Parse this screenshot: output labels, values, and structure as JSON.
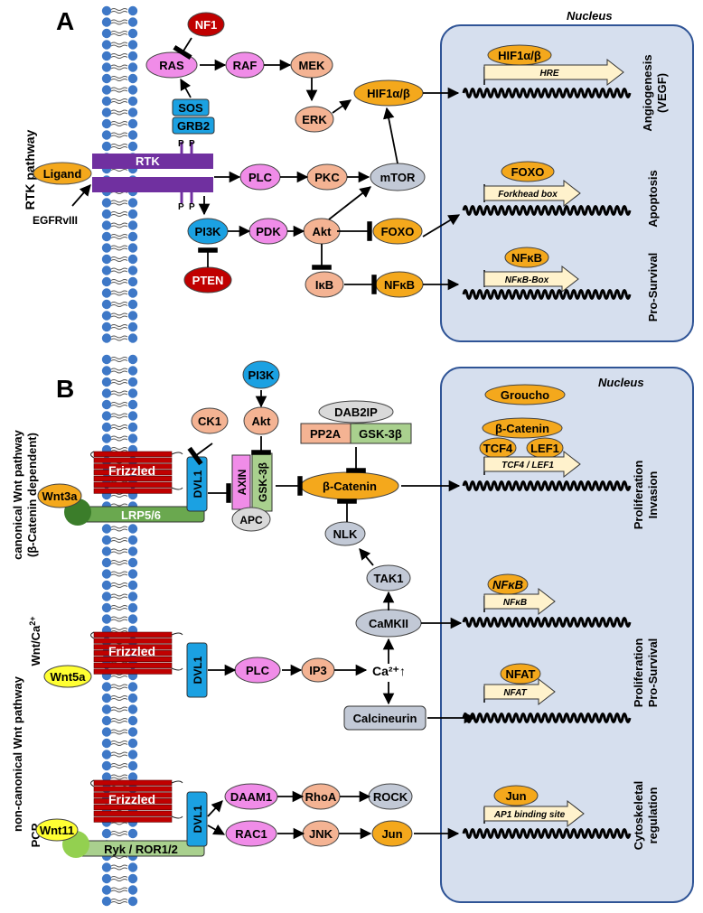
{
  "panel_a": {
    "letter": "A",
    "nucleus_label": "Nucleus",
    "side_label": "RTK pathway",
    "receptor": "RTK",
    "ligand": "Ligand",
    "mutant": "EGFRvIII",
    "phospho": "P",
    "nodes": {
      "nf1": "NF1",
      "ras": "RAS",
      "raf": "RAF",
      "mek": "MEK",
      "erk": "ERK",
      "sos": "SOS",
      "grb2": "GRB2",
      "hif_cyto": "HIF1α/β",
      "plc": "PLC",
      "pkc": "PKC",
      "mtor": "mTOR",
      "pi3k": "PI3K",
      "pdk": "PDK",
      "akt": "Akt",
      "foxo_cyto": "FOXO",
      "pten": "PTEN",
      "ikb": "IκB",
      "nfkb_cyto": "NFκB"
    },
    "genes": [
      {
        "tf": "HIF1α/β",
        "site": "HRE",
        "outcome_line1": "Angiogenesis",
        "outcome_line2": "(VEGF)"
      },
      {
        "tf": "FOXO",
        "site": "Forkhead box",
        "outcome_line1": "Apoptosis",
        "outcome_line2": ""
      },
      {
        "tf": "NFκB",
        "site": "NFκB-Box",
        "outcome_line1": "Pro-Survival",
        "outcome_line2": ""
      }
    ]
  },
  "panel_b": {
    "letter": "B",
    "nucleus_label": "Nucleus",
    "side_labels": {
      "canonical_line1": "canonical Wnt pathway",
      "canonical_line2": "(β-Catenin dependent)",
      "noncanonical": "non-canonical Wnt pathway",
      "wnt_ca": "Wnt/Ca",
      "wnt_ca_sup": "2+",
      "pcp": "PCP"
    },
    "receptors": {
      "frizzled": "Frizzled",
      "dvl": "DVL1",
      "lrp": "LRP5/6",
      "ryk": "Ryk  /  ROR1/2"
    },
    "ligands": {
      "wnt3a": "Wnt3a",
      "wnt5a": "Wnt5a",
      "wnt11": "Wnt11"
    },
    "nodes": {
      "pi3k": "PI3K",
      "akt": "Akt",
      "ck1": "CK1",
      "axin": "AXIN",
      "gsk_complex": "GSK-3β",
      "apc": "APC",
      "dab2ip": "DAB2IP",
      "pp2a": "PP2A",
      "gsk": "GSK-3β",
      "bcat": "β-Catenin",
      "nlk": "NLK",
      "tak1": "TAK1",
      "camkii": "CaMKII",
      "plc": "PLC",
      "ip3": "IP3",
      "ca": "Ca²⁺↑",
      "calcineurin": "Calcineurin",
      "daam1": "DAAM1",
      "rhoa": "RhoA",
      "rock": "ROCK",
      "rac1": "RAC1",
      "jnk": "JNK",
      "jun_cyto": "Jun"
    },
    "nuclear": {
      "groucho": "Groucho",
      "bcat": "β-Catenin",
      "tcf4": "TCF4",
      "lef1": "LEF1",
      "site1": "TCF4 / LEF1",
      "nfkb_tf": "NFκB",
      "site2": "NFκB",
      "nfat_tf": "NFAT",
      "site3": "NFAT",
      "jun_tf": "Jun",
      "site4": "AP1 binding site"
    },
    "outcomes": {
      "o1_line1": "Proliferation",
      "o1_line2": "Invasion",
      "o2_line1": "Proliferation",
      "o2_line2": "Pro-Survival",
      "o3_line1": "Cytoskeletal",
      "o3_line2": "regulation"
    }
  },
  "colors": {
    "orange": "#f4a81c",
    "pink": "#f08ce8",
    "salmon": "#f4b393",
    "red": "#c00000",
    "blue": "#1ba1e2",
    "gray": "#c2c9d6",
    "purple": "#7030a0",
    "darkred": "#c00000",
    "green": "#6aa84f",
    "lightgreen": "#a9d08e",
    "nucleus_fill": "#d6dfee",
    "nucleus_stroke": "#2f5496",
    "membrane": "#3e78c7"
  }
}
